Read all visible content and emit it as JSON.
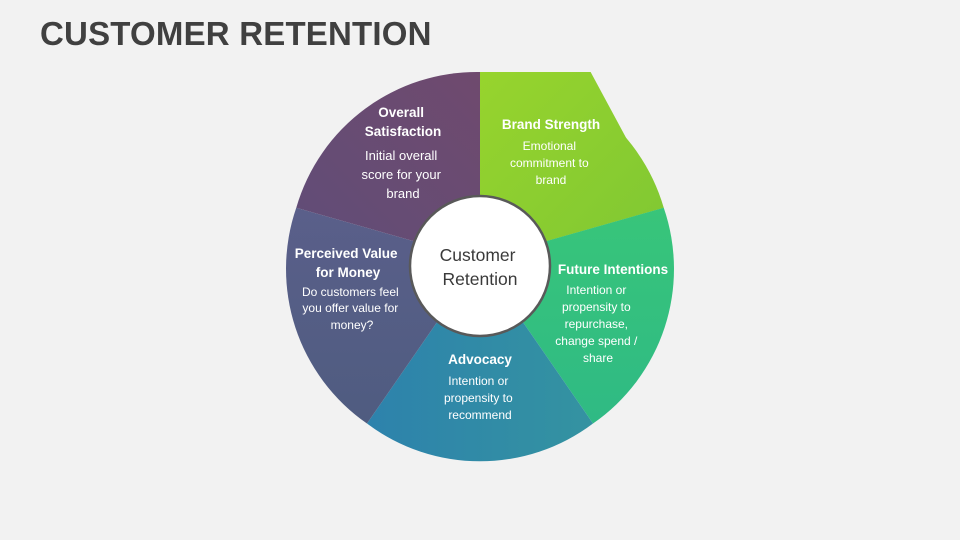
{
  "title": "CUSTOMER RETENTION",
  "center": {
    "line1": "Customer",
    "line2": "Retention"
  },
  "segments": [
    {
      "title_lines": [
        "Brand Strength"
      ],
      "desc_lines": [
        "Emotional",
        "commitment to",
        "brand"
      ],
      "color": "#8ccf2e"
    },
    {
      "title_lines": [
        "Future Intentions"
      ],
      "desc_lines": [
        "Intention or",
        "propensity to",
        "repurchase,",
        "change spend /",
        "share"
      ],
      "color": "#33c07c"
    },
    {
      "title_lines": [
        "Advocacy"
      ],
      "desc_lines": [
        "Intention or",
        "propensity to",
        "recommend"
      ],
      "color": "#2f8ba7"
    },
    {
      "title_lines": [
        "Perceived Value",
        "for Money"
      ],
      "desc_lines": [
        "Do customers feel",
        "you offer value for",
        "money?"
      ],
      "color": "#565d85"
    },
    {
      "title_lines": [
        "Overall",
        "Satisfaction"
      ],
      "desc_lines": [
        "Initial overall",
        "score for your",
        "brand"
      ],
      "color": "#6d4b72"
    }
  ]
}
